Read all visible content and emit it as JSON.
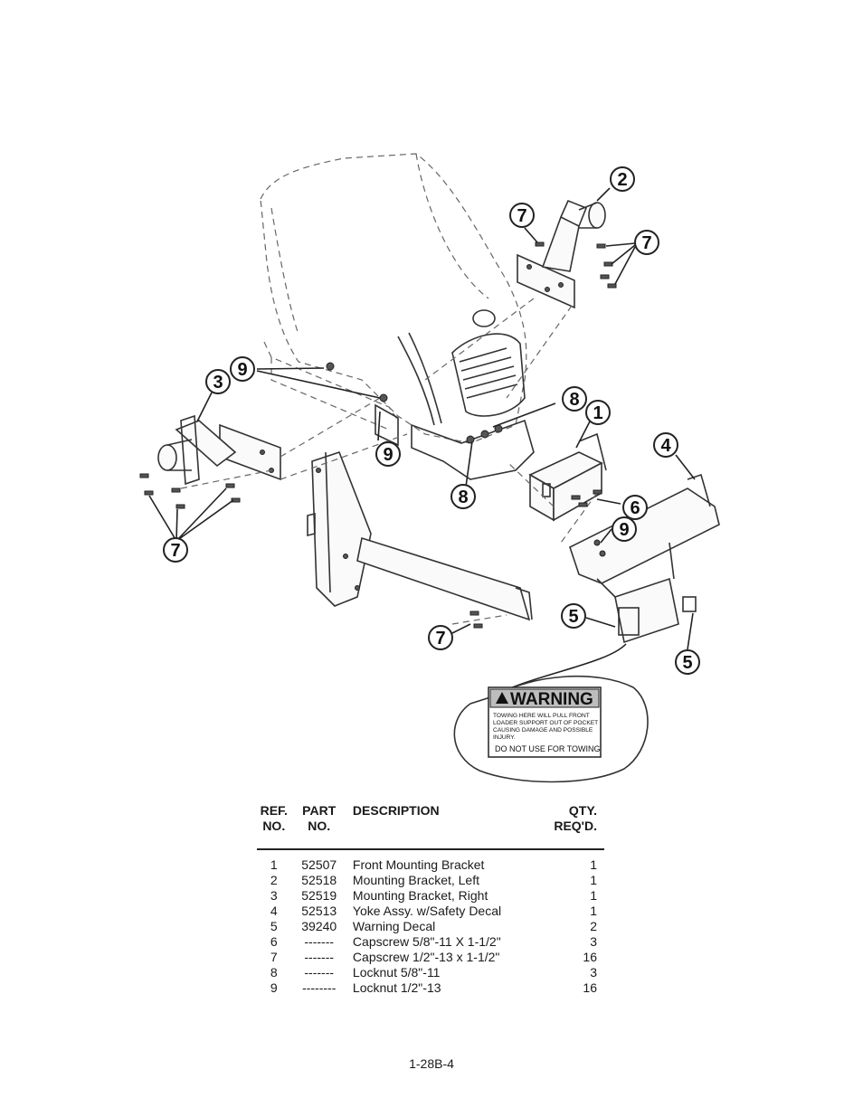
{
  "callouts": {
    "c1": "1",
    "c2": "2",
    "c3": "3",
    "c4": "4",
    "c5a": "5",
    "c5b": "5",
    "c6": "6",
    "c7a": "7",
    "c7b": "7",
    "c7c": "7",
    "c7d": "7",
    "c8a": "8",
    "c8b": "8",
    "c9a": "9",
    "c9b": "9",
    "c9c": "9"
  },
  "warning_decal": {
    "title": "WARNING",
    "lines": [
      "TOWING HERE WILL PULL FRONT",
      "LOADER SUPPORT OUT OF POCKET",
      "CAUSING DAMAGE AND POSSIBLE",
      "INJURY."
    ],
    "footer": "DO NOT USE FOR TOWING"
  },
  "table": {
    "headers": {
      "ref": [
        "REF.",
        "NO."
      ],
      "part": [
        "PART",
        "NO."
      ],
      "description": "DESCRIPTION",
      "qty": [
        "QTY.",
        "REQ'D."
      ]
    },
    "rows": [
      {
        "ref": "1",
        "part": "52507",
        "description": "Front Mounting Bracket",
        "qty": "1"
      },
      {
        "ref": "2",
        "part": "52518",
        "description": "Mounting Bracket, Left",
        "qty": "1"
      },
      {
        "ref": "3",
        "part": "52519",
        "description": "Mounting Bracket, Right",
        "qty": "1"
      },
      {
        "ref": "4",
        "part": "52513",
        "description": "Yoke Assy. w/Safety Decal",
        "qty": "1"
      },
      {
        "ref": "5",
        "part": "39240",
        "description": "Warning Decal",
        "qty": "2"
      },
      {
        "ref": "6",
        "part": "-------",
        "description": "Capscrew 5/8\"-11 X 1-1/2\"",
        "qty": "3"
      },
      {
        "ref": "7",
        "part": "-------",
        "description": "Capscrew 1/2\"-13 x 1-1/2\"",
        "qty": "16"
      },
      {
        "ref": "8",
        "part": "-------",
        "description": "Locknut 5/8\"-11",
        "qty": "3"
      },
      {
        "ref": "9",
        "part": "--------",
        "description": "Locknut 1/2\"-13",
        "qty": "16"
      }
    ]
  },
  "page_number": "1-28B-4"
}
